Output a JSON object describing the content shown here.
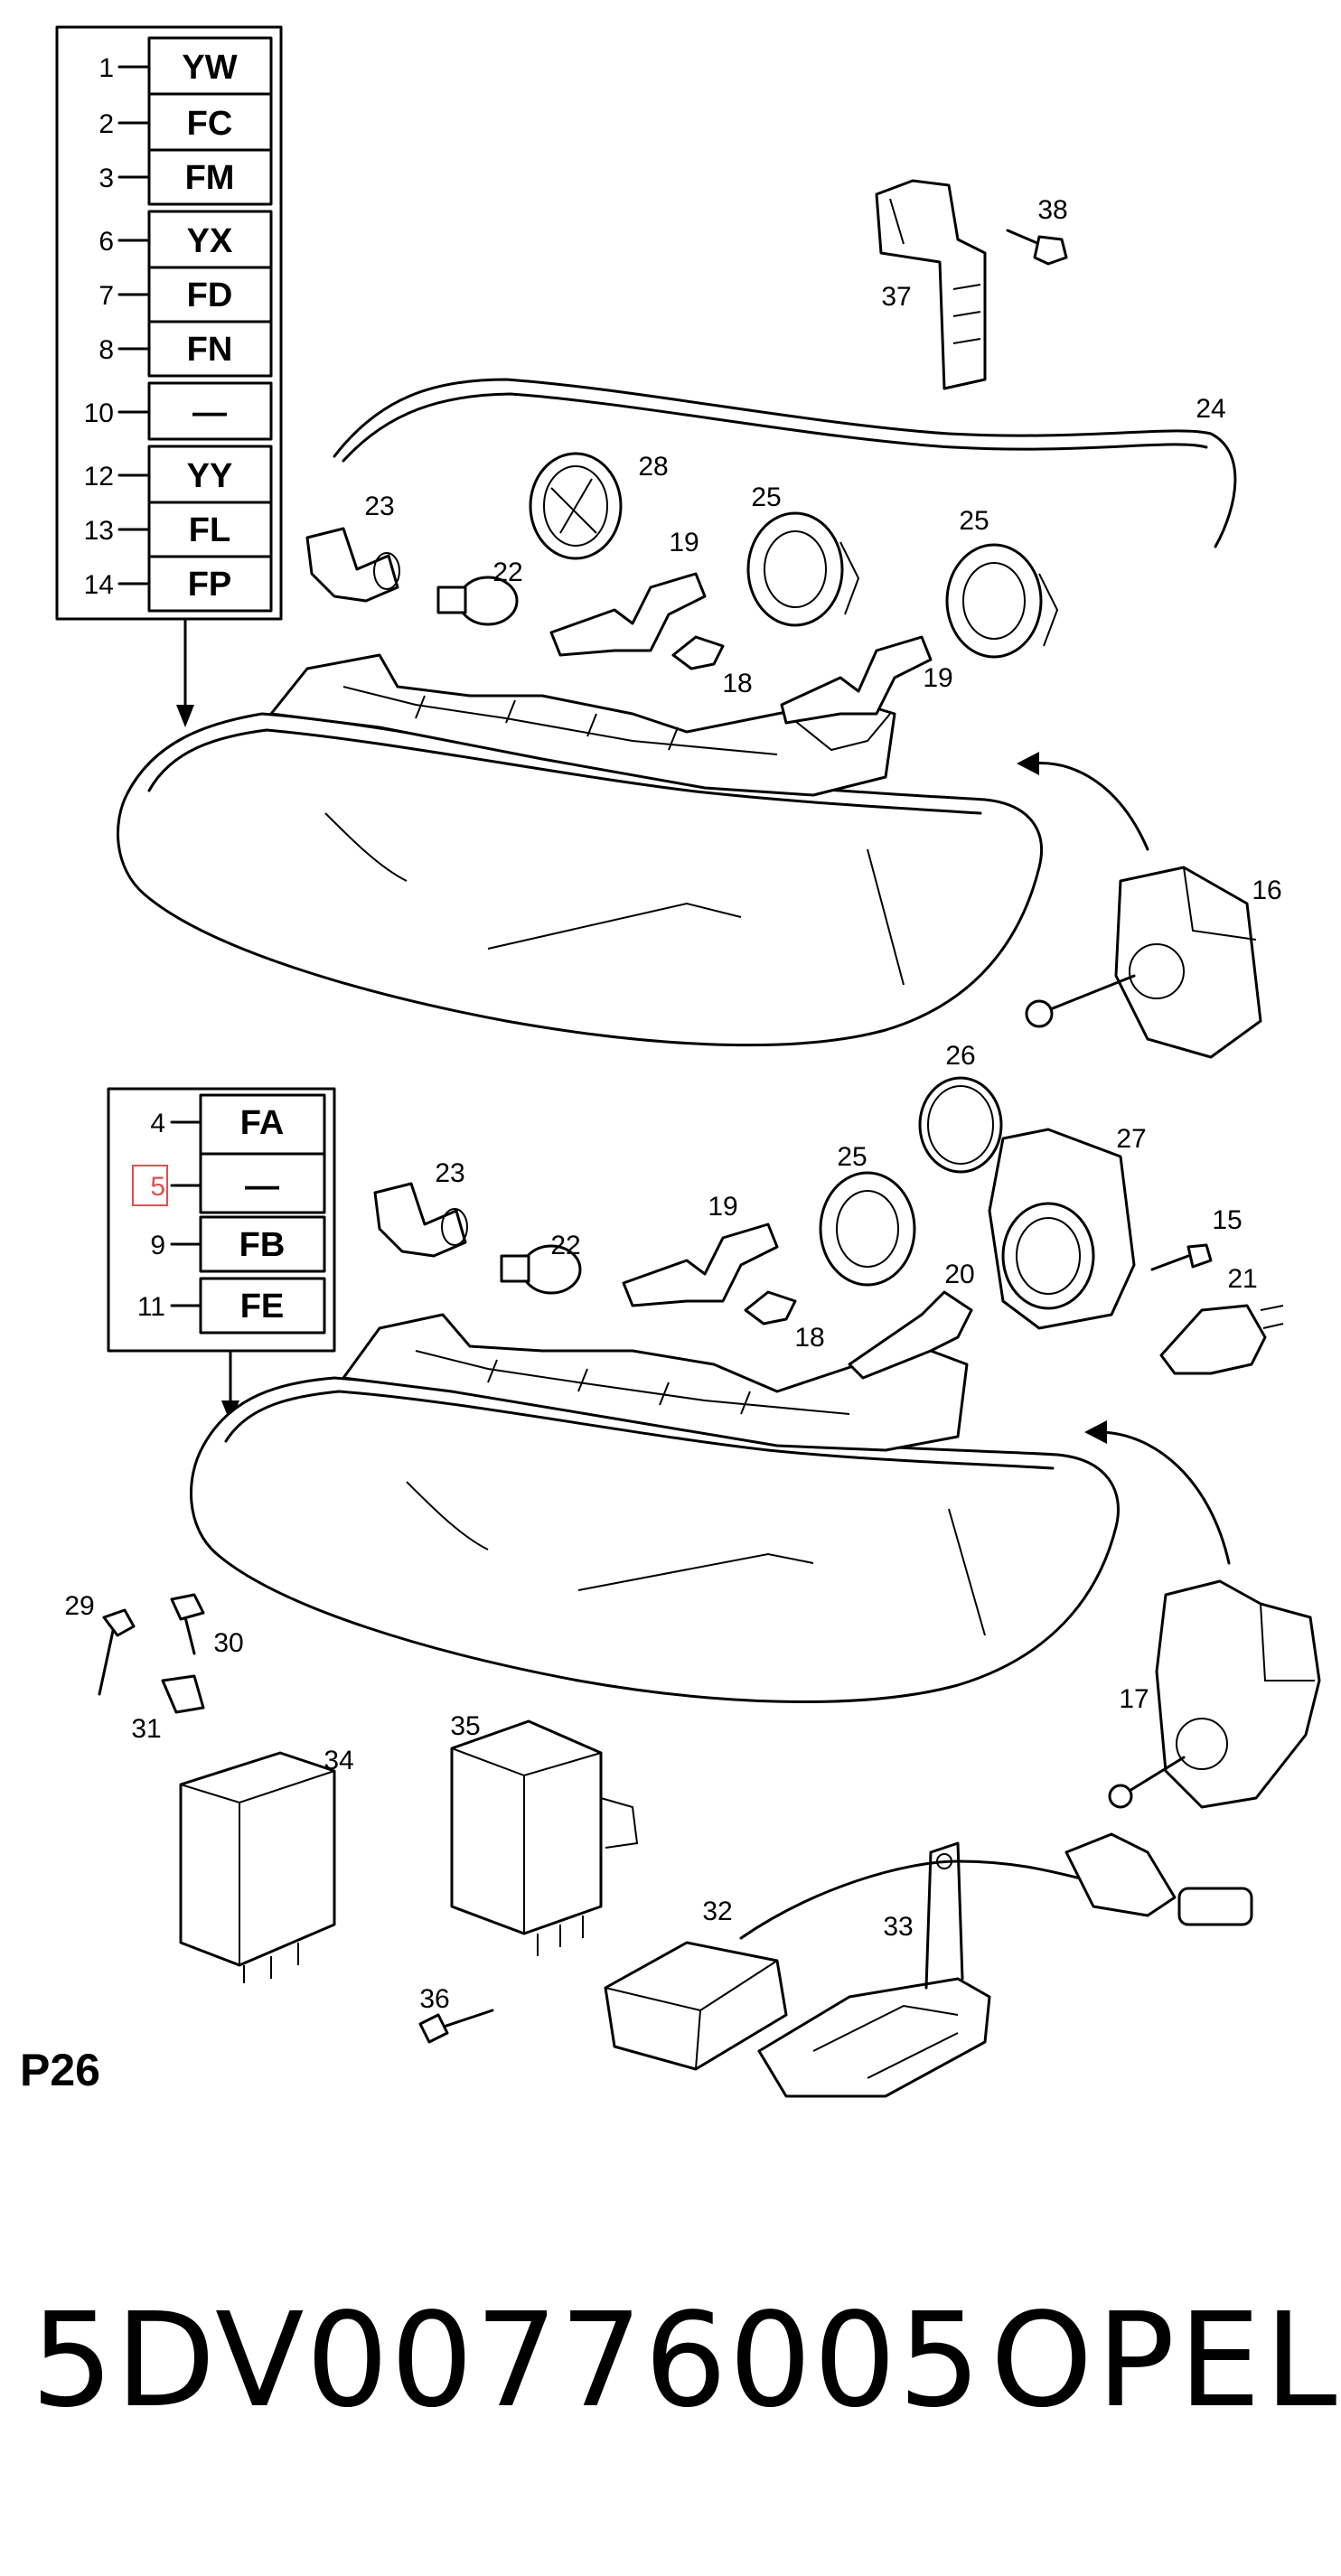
{
  "legend_top": [
    {
      "num": "1",
      "code": "YW"
    },
    {
      "num": "2",
      "code": "FC"
    },
    {
      "num": "3",
      "code": "FM"
    },
    {
      "num": "6",
      "code": "YX"
    },
    {
      "num": "7",
      "code": "FD"
    },
    {
      "num": "8",
      "code": "FN"
    },
    {
      "num": "10",
      "code": "—"
    },
    {
      "num": "12",
      "code": "YY"
    },
    {
      "num": "13",
      "code": "FL"
    },
    {
      "num": "14",
      "code": "FP"
    }
  ],
  "legend_bottom": [
    {
      "num": "4",
      "code": "FA"
    },
    {
      "num": "5",
      "code": "—",
      "highlighted": true
    },
    {
      "num": "9",
      "code": "FB"
    },
    {
      "num": "11",
      "code": "FE"
    }
  ],
  "callouts_top": [
    "38",
    "37",
    "24",
    "28",
    "23",
    "25",
    "25",
    "19",
    "22",
    "18",
    "19",
    "16"
  ],
  "callouts_bottom": [
    "26",
    "27",
    "25",
    "23",
    "19",
    "22",
    "15",
    "20",
    "21",
    "18",
    "29",
    "30",
    "31",
    "34",
    "35",
    "17",
    "32",
    "33",
    "36"
  ],
  "page_label": "P26",
  "part_number": "5DV00776005",
  "brand": "OPEL",
  "colors": {
    "ink": "#000000",
    "highlight": "#e05050",
    "background": "#ffffff"
  }
}
